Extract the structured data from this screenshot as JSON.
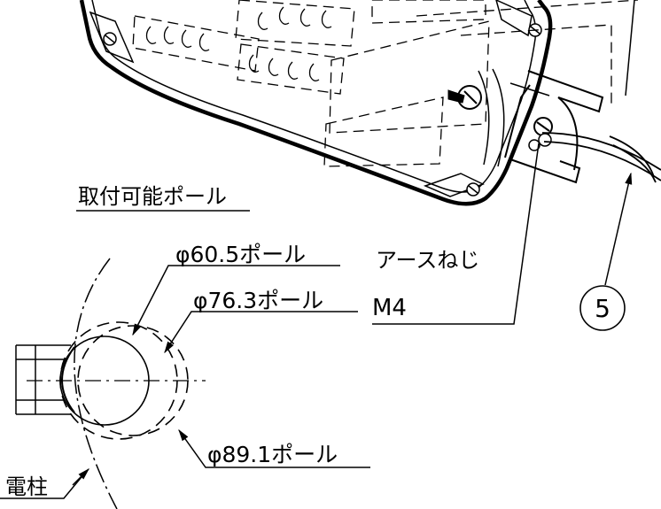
{
  "labels": {
    "mountable_pole": "取付可能ポール",
    "pole_60_5": "φ60.5ポール",
    "pole_76_3": "φ76.3ポール",
    "pole_89_1": "φ89.1ポール",
    "earth_screw": "アースねじ",
    "earth_screw_size": "M4",
    "utility_pole": "電柱",
    "part_number": "5"
  },
  "colors": {
    "line": "#000000",
    "background": "#ffffff"
  }
}
